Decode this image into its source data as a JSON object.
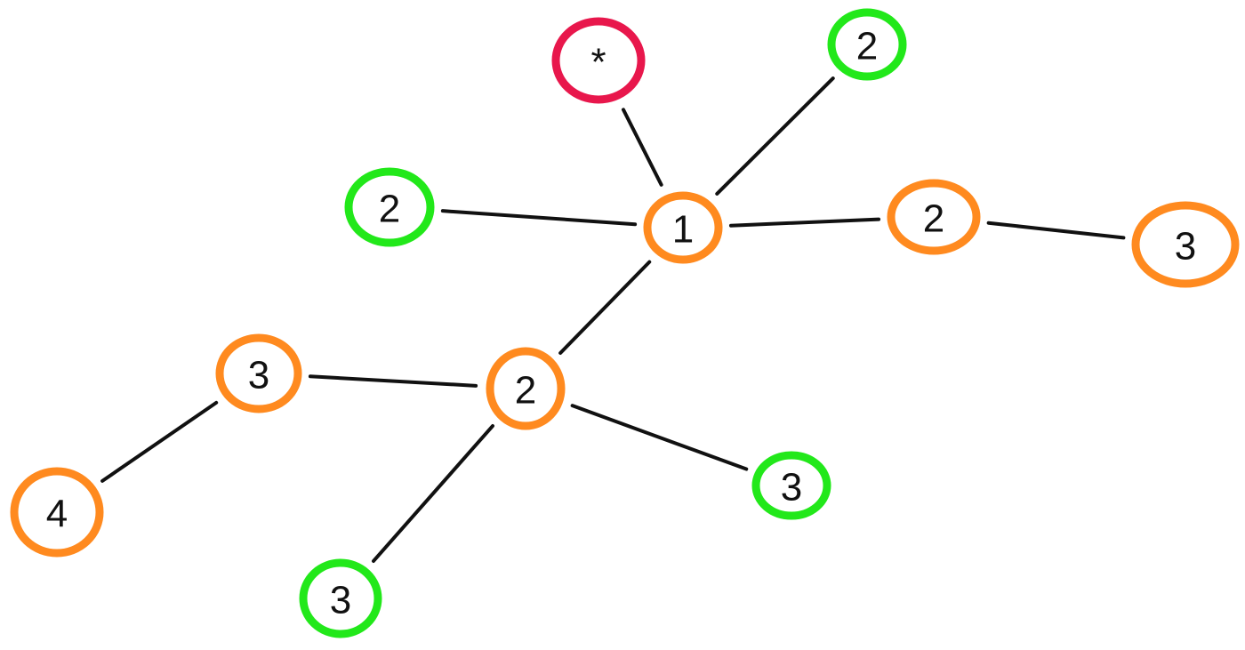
{
  "colors": {
    "orange": "#FF8A1F",
    "green": "#22E81A",
    "red": "#E8174C",
    "edge": "#111111"
  },
  "nodes": [
    {
      "id": "center",
      "label": "1",
      "color": "orange"
    },
    {
      "id": "star",
      "label": "*",
      "color": "red"
    },
    {
      "id": "top-right",
      "label": "2",
      "color": "green"
    },
    {
      "id": "left",
      "label": "2",
      "color": "green"
    },
    {
      "id": "right",
      "label": "2",
      "color": "orange"
    },
    {
      "id": "far-right",
      "label": "3",
      "color": "orange"
    },
    {
      "id": "lower-middle",
      "label": "2",
      "color": "orange"
    },
    {
      "id": "lower-left",
      "label": "3",
      "color": "orange"
    },
    {
      "id": "far-lower-left",
      "label": "4",
      "color": "orange"
    },
    {
      "id": "lower-right",
      "label": "3",
      "color": "green"
    },
    {
      "id": "bottom",
      "label": "3",
      "color": "green"
    }
  ],
  "edges": [
    [
      "center",
      "star"
    ],
    [
      "center",
      "top-right"
    ],
    [
      "center",
      "left"
    ],
    [
      "center",
      "right"
    ],
    [
      "right",
      "far-right"
    ],
    [
      "center",
      "lower-middle"
    ],
    [
      "lower-middle",
      "lower-left"
    ],
    [
      "lower-left",
      "far-lower-left"
    ],
    [
      "lower-middle",
      "lower-right"
    ],
    [
      "lower-middle",
      "bottom"
    ]
  ]
}
